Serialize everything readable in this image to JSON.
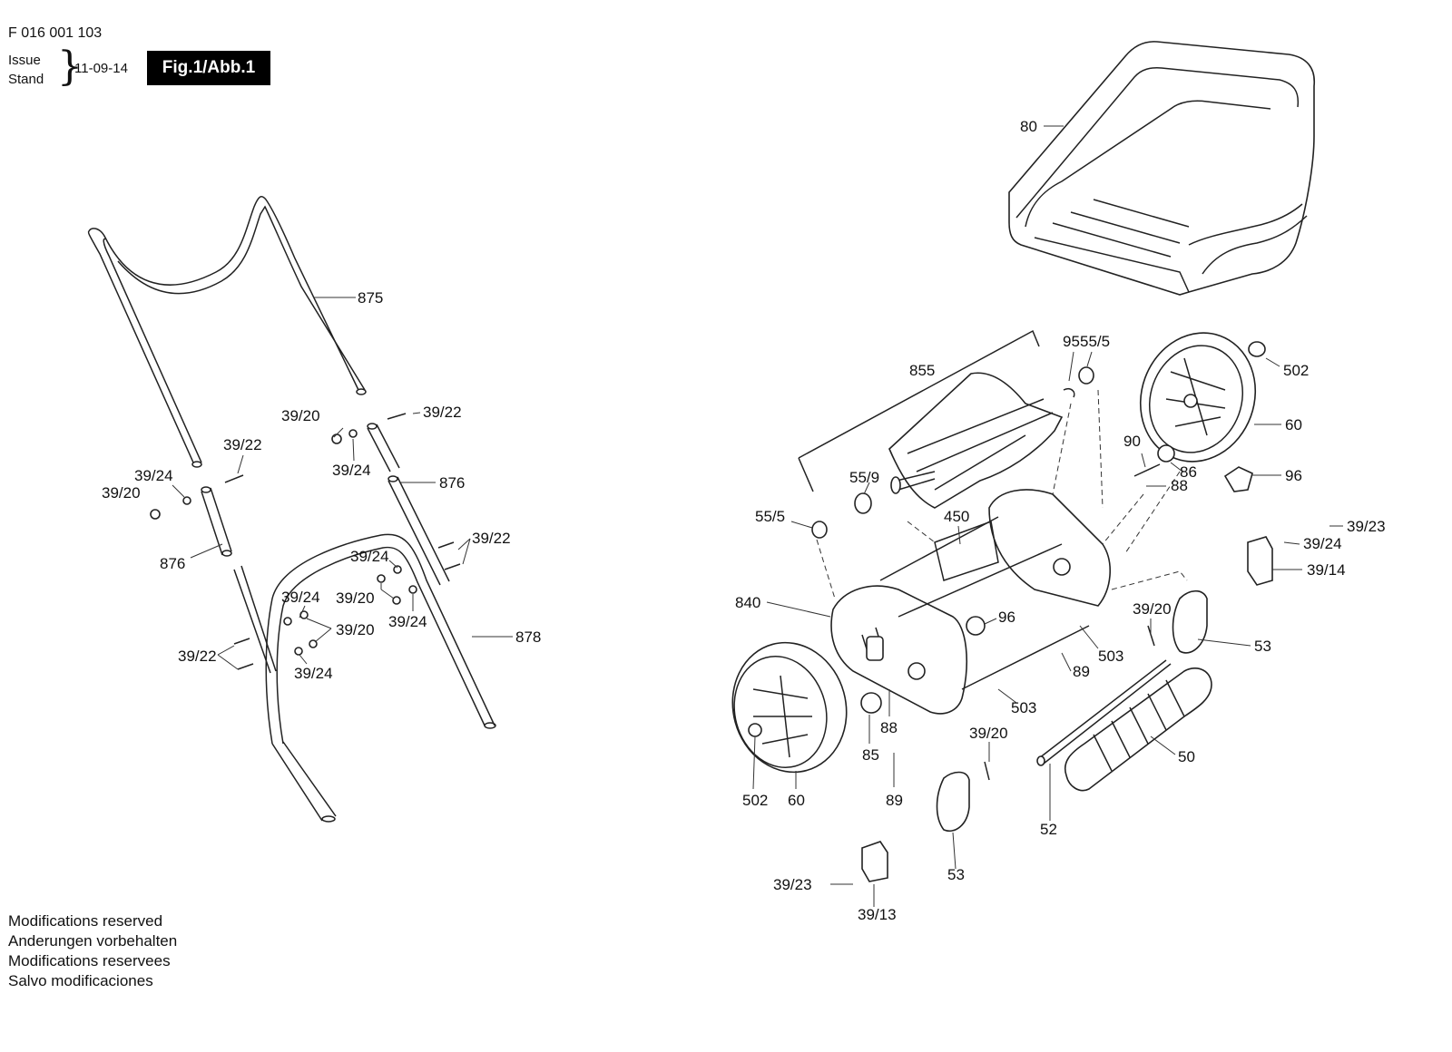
{
  "header": {
    "document_number": "F 016 001 103",
    "issue_label": "Issue",
    "stand_label": "Stand",
    "date": "11-09-14",
    "figure_label": "Fig.1/Abb.1"
  },
  "footer": {
    "lines": [
      "Modifications reserved",
      "Anderungen vorbehalten",
      "Modifications reservees",
      "Salvo modificaciones"
    ]
  },
  "callouts": {
    "c875": "875",
    "c39_20_a": "39/20",
    "c39_22_a": "39/22",
    "c39_22_b": "39/22",
    "c39_24_a": "39/24",
    "c39_24_b": "39/24",
    "c39_20_b": "39/20",
    "c876_a": "876",
    "c876_b": "876",
    "c39_22_c": "39/22",
    "c39_24_c": "39/24",
    "c39_20_c": "39/20",
    "c39_24_d": "39/24",
    "c39_24_e": "39/24",
    "c39_20_d": "39/20",
    "c39_22_d": "39/22",
    "c39_24_f": "39/24",
    "c878": "878",
    "c80": "80",
    "c855": "855",
    "c95": "95",
    "c55_5_a": "55/5",
    "c502_a": "502",
    "c60_a": "60",
    "c90": "90",
    "c86": "86",
    "c88_a": "88",
    "c96_a": "96",
    "c55_9": "55/9",
    "c55_5_b": "55/5",
    "c450": "450",
    "c39_23_a": "39/23",
    "c39_24_g": "39/24",
    "c39_14": "39/14",
    "c840": "840",
    "c96_b": "96",
    "c39_20_e": "39/20",
    "c53_a": "53",
    "c503_a": "503",
    "c89_a": "89",
    "c503_b": "503",
    "c88_b": "88",
    "c85": "85",
    "c39_20_f": "39/20",
    "c50": "50",
    "c502_b": "502",
    "c60_b": "60",
    "c89_b": "89",
    "c52": "52",
    "c53_b": "53",
    "c39_23_b": "39/23",
    "c39_13": "39/13"
  }
}
